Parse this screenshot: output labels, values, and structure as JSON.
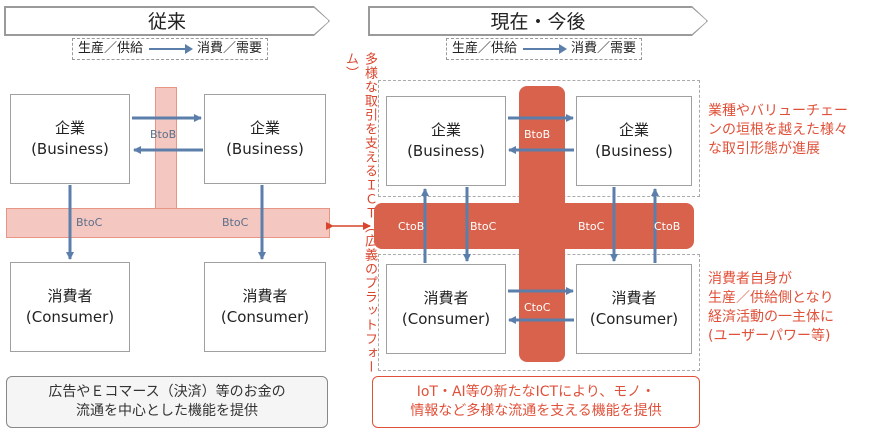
{
  "left_header": "従来",
  "right_header": "現在・今後",
  "legend": {
    "from": "生産／供給",
    "to": "消費／需要"
  },
  "boxes": {
    "enterprise": {
      "label": "企業",
      "sub": "(Business)"
    },
    "consumer": {
      "label": "消費者",
      "sub": "(Consumer)"
    }
  },
  "tags": {
    "btob": "BtoB",
    "btoc": "BtoC",
    "ctob": "CtoB",
    "ctoc": "CtoC"
  },
  "vertical_note": "多様な取引を支えるＩＣＴ（広義のプラットフォーム）",
  "right_note_top": [
    "業種やバリューチェー",
    "ンの垣根を越えた様々",
    "な取引形態が進展"
  ],
  "right_note_bottom": [
    "消費者自身が",
    "生産／供給側となり",
    "経済活動の一主体に",
    "(ユーザーパワー等)"
  ],
  "left_bottom": [
    "広告やＥコマース（決済）等のお金の",
    "流通を中心とした機能を提供"
  ],
  "right_bottom": [
    "IoT・AI等の新たなICTにより、モノ・",
    "情報など多様な流通を支える機能を提供"
  ],
  "colors": {
    "arrow": "#5b7faa",
    "light_band": "#f4c8c0",
    "dark_band": "#d9624c",
    "note_red": "#e0513a"
  }
}
